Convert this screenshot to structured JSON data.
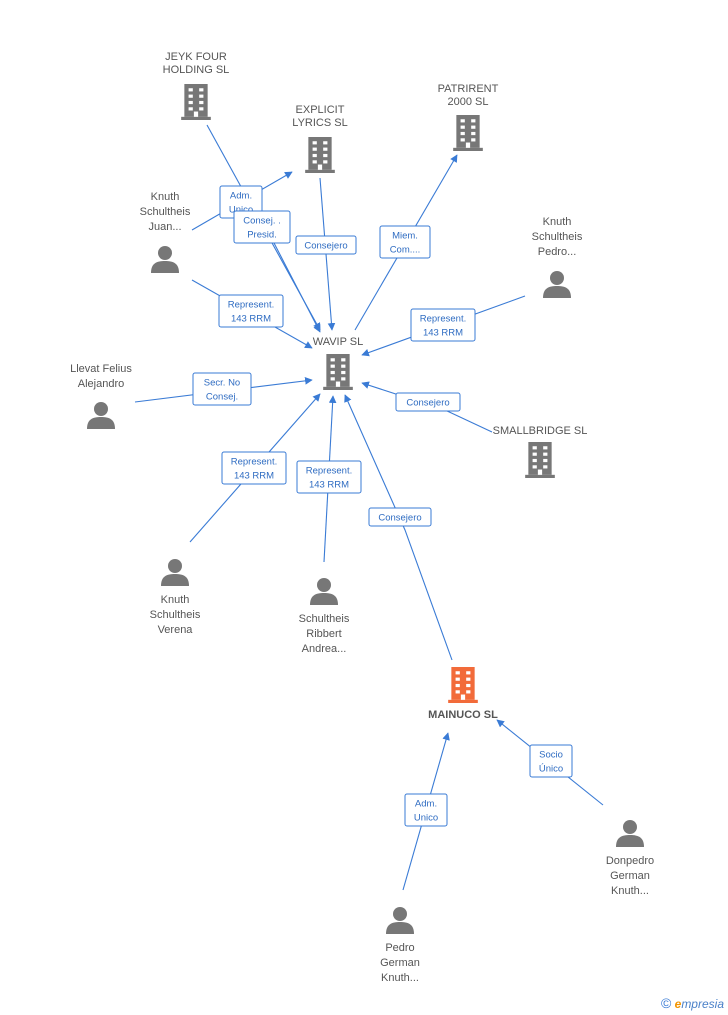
{
  "colors": {
    "edge": "#3a7bd5",
    "company": "#777777",
    "main_company": "#f26b3a",
    "person": "#777777",
    "label": "#555555"
  },
  "nodes": [
    {
      "id": "jeyk",
      "type": "company",
      "lines": [
        "JEYK FOUR",
        "HOLDING SL"
      ]
    },
    {
      "id": "explicit",
      "type": "company",
      "lines": [
        "EXPLICIT",
        "LYRICS SL"
      ]
    },
    {
      "id": "patrirent",
      "type": "company",
      "lines": [
        "PATRIRENT",
        "2000 SL"
      ]
    },
    {
      "id": "knuth_juan",
      "type": "person",
      "lines": [
        "Knuth",
        "Schultheis",
        "Juan..."
      ]
    },
    {
      "id": "knuth_pedro",
      "type": "person",
      "lines": [
        "Knuth",
        "Schultheis",
        "Pedro..."
      ]
    },
    {
      "id": "wavip",
      "type": "company",
      "lines": [
        "WAVIP SL"
      ]
    },
    {
      "id": "llevat",
      "type": "person",
      "lines": [
        "Llevat Felius",
        "Alejandro"
      ]
    },
    {
      "id": "smallbridge",
      "type": "company",
      "lines": [
        "SMALLBRIDGE SL"
      ]
    },
    {
      "id": "verena",
      "type": "person",
      "lines": [
        "Knuth",
        "Schultheis",
        "Verena"
      ]
    },
    {
      "id": "ribbert",
      "type": "person",
      "lines": [
        "Schultheis",
        "Ribbert",
        "Andrea..."
      ]
    },
    {
      "id": "mainuco",
      "type": "main_company",
      "lines": [
        "MAINUCO SL"
      ]
    },
    {
      "id": "donpedro",
      "type": "person",
      "lines": [
        "Donpedro",
        "German",
        "Knuth..."
      ]
    },
    {
      "id": "pedro_german",
      "type": "person",
      "lines": [
        "Pedro",
        "German",
        "Knuth..."
      ]
    }
  ],
  "relations": [
    {
      "id": "r1",
      "lines": [
        "Adm.",
        "Unico"
      ]
    },
    {
      "id": "r2",
      "lines": [
        "Consej. .",
        "Presid."
      ]
    },
    {
      "id": "r3",
      "lines": [
        "Consejero"
      ]
    },
    {
      "id": "r4",
      "lines": [
        "Miem.",
        "Com...."
      ]
    },
    {
      "id": "r5",
      "lines": [
        "Represent.",
        "143 RRM"
      ]
    },
    {
      "id": "r6",
      "lines": [
        "Represent.",
        "143 RRM"
      ]
    },
    {
      "id": "r7",
      "lines": [
        "Secr.  No",
        "Consej."
      ]
    },
    {
      "id": "r8",
      "lines": [
        "Consejero"
      ]
    },
    {
      "id": "r9",
      "lines": [
        "Represent.",
        "143 RRM"
      ]
    },
    {
      "id": "r10",
      "lines": [
        "Represent.",
        "143 RRM"
      ]
    },
    {
      "id": "r11",
      "lines": [
        "Consejero"
      ]
    },
    {
      "id": "r12",
      "lines": [
        "Socio",
        "Único"
      ]
    },
    {
      "id": "r13",
      "lines": [
        "Adm.",
        "Unico"
      ]
    }
  ],
  "footer": {
    "copyright_symbol": "©",
    "brand_initial": "e",
    "brand_rest": "mpresia"
  }
}
